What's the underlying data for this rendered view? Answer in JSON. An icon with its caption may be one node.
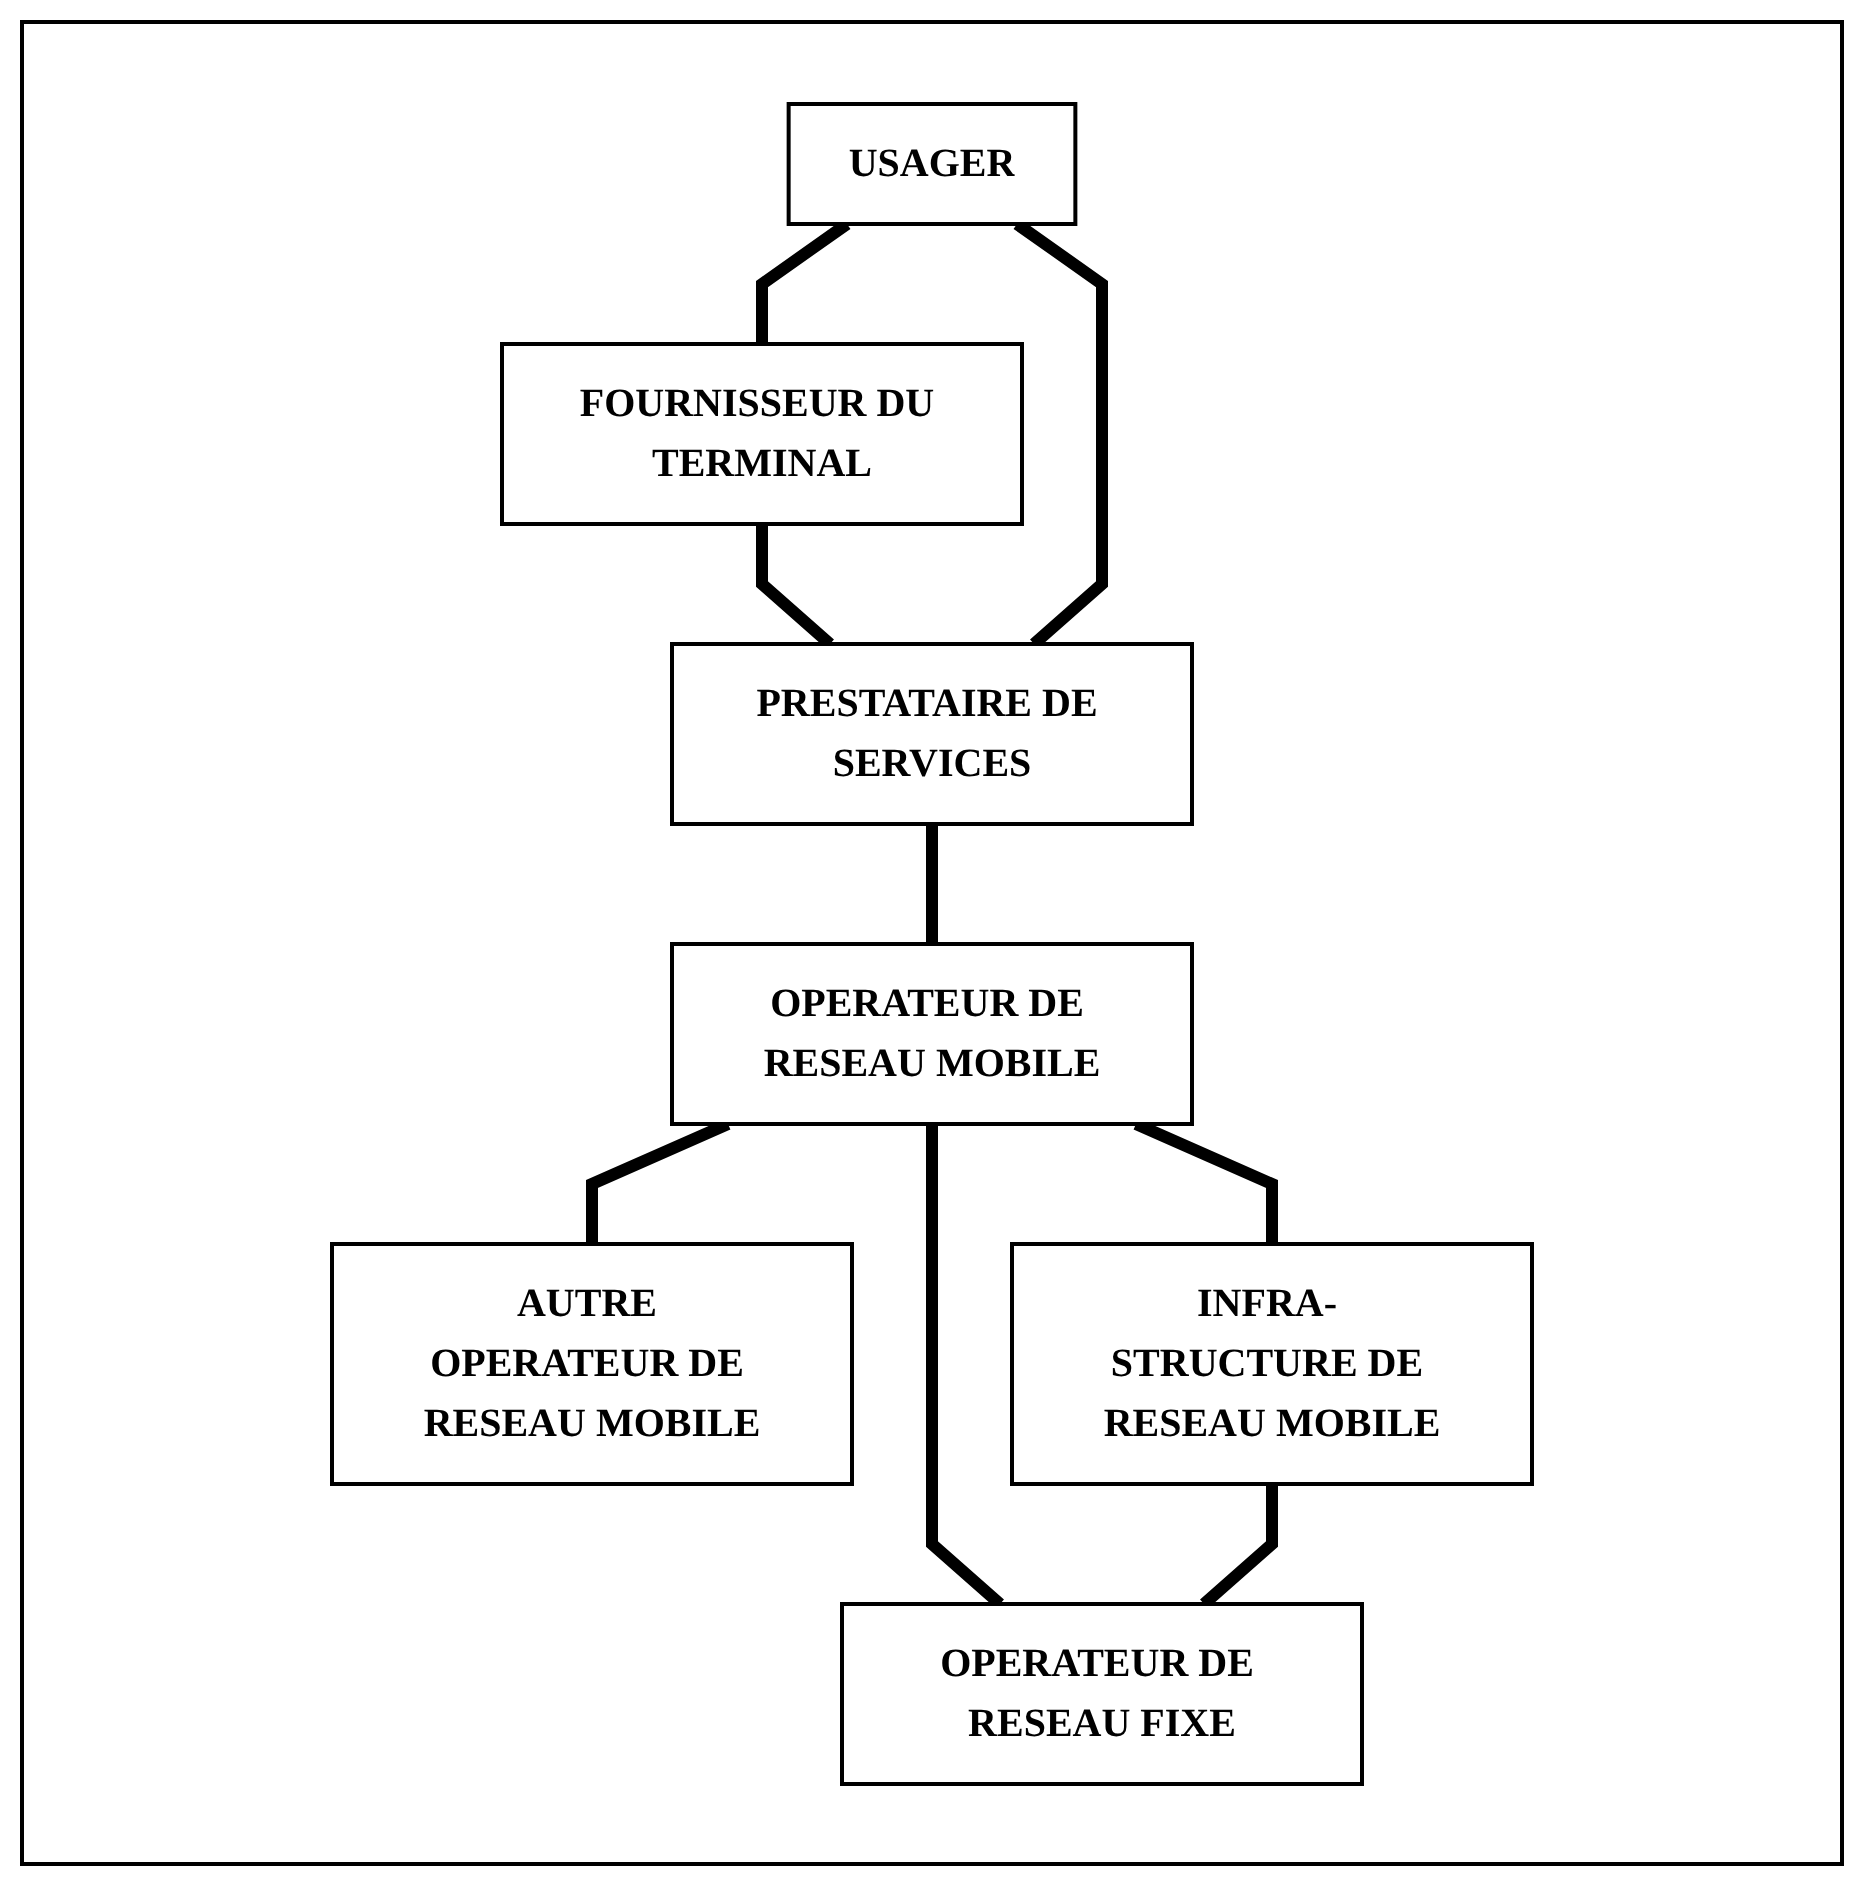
{
  "diagram": {
    "nodes": [
      {
        "text": [
          "USAGER"
        ]
      },
      {
        "text": [
          "FOURNISSEUR DU TERMINAL"
        ]
      },
      {
        "text": [
          "PRESTATAIRE DE SERVICES"
        ]
      },
      {
        "text": [
          "OPERATEUR DE RESEAU MOBILE"
        ]
      },
      {
        "text": [
          "AUTRE OPERATEUR DE RESEAU MOBILE"
        ]
      },
      {
        "text": [
          "INFRA- STRUCTURE DE RESEAU MOBILE"
        ]
      },
      {
        "text": [
          "OPERATEUR DE RESEAU FIXE"
        ]
      }
    ],
    "edges": [
      {
        "from": 0,
        "to": 1,
        "arrow": "none"
      },
      {
        "from": 1,
        "to": 2,
        "arrow": "none"
      },
      {
        "from": 0,
        "to": 2,
        "arrow": "none"
      },
      {
        "from": 2,
        "to": 3,
        "arrow": "none"
      },
      {
        "from": 3,
        "to": 4,
        "arrow": "none"
      },
      {
        "from": 3,
        "to": 5,
        "arrow": "none"
      },
      {
        "from": 3,
        "to": 6,
        "arrow": "none"
      },
      {
        "from": 5,
        "to": 6,
        "arrow": "none"
      }
    ]
  }
}
